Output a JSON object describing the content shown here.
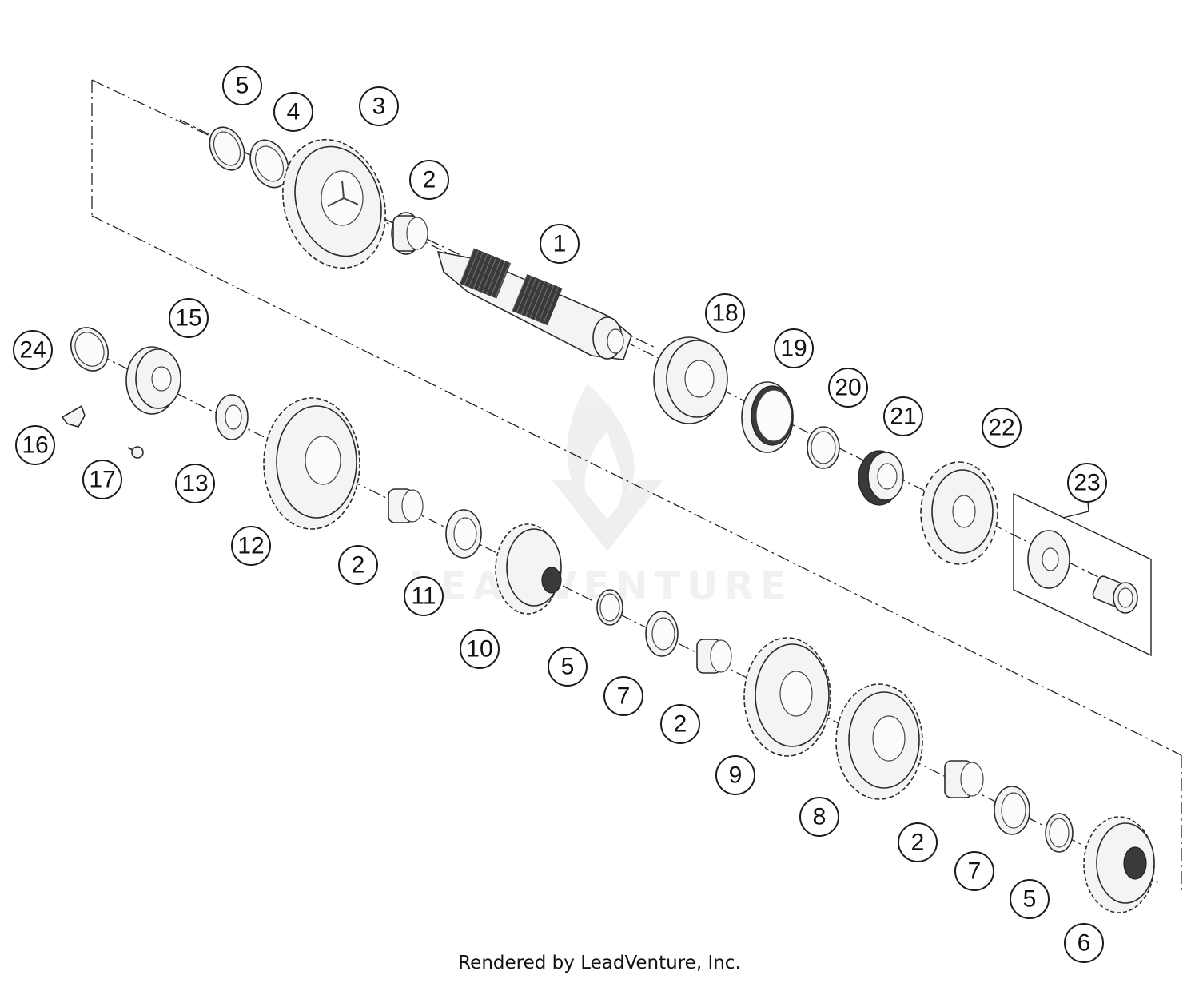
{
  "diagram": {
    "callouts": [
      {
        "id": "c1",
        "label": "1"
      },
      {
        "id": "c2a",
        "label": "2"
      },
      {
        "id": "c3",
        "label": "3"
      },
      {
        "id": "c4",
        "label": "4"
      },
      {
        "id": "c5a",
        "label": "5"
      },
      {
        "id": "c18",
        "label": "18"
      },
      {
        "id": "c19",
        "label": "19"
      },
      {
        "id": "c20",
        "label": "20"
      },
      {
        "id": "c21",
        "label": "21"
      },
      {
        "id": "c22",
        "label": "22"
      },
      {
        "id": "c23",
        "label": "23"
      },
      {
        "id": "c24",
        "label": "24"
      },
      {
        "id": "c15",
        "label": "15"
      },
      {
        "id": "c16",
        "label": "16"
      },
      {
        "id": "c17",
        "label": "17"
      },
      {
        "id": "c13",
        "label": "13"
      },
      {
        "id": "c12",
        "label": "12"
      },
      {
        "id": "c2b",
        "label": "2"
      },
      {
        "id": "c11",
        "label": "11"
      },
      {
        "id": "c10",
        "label": "10"
      },
      {
        "id": "c5b",
        "label": "5"
      },
      {
        "id": "c7a",
        "label": "7"
      },
      {
        "id": "c2c",
        "label": "2"
      },
      {
        "id": "c9",
        "label": "9"
      },
      {
        "id": "c8",
        "label": "8"
      },
      {
        "id": "c2d",
        "label": "2"
      },
      {
        "id": "c7b",
        "label": "7"
      },
      {
        "id": "c5c",
        "label": "5"
      },
      {
        "id": "c6",
        "label": "6"
      }
    ]
  },
  "watermark": {
    "text": "LEADVENTURE",
    "color": "#e6e6e6"
  },
  "footer": {
    "text": "Rendered by LeadVenture, Inc."
  }
}
